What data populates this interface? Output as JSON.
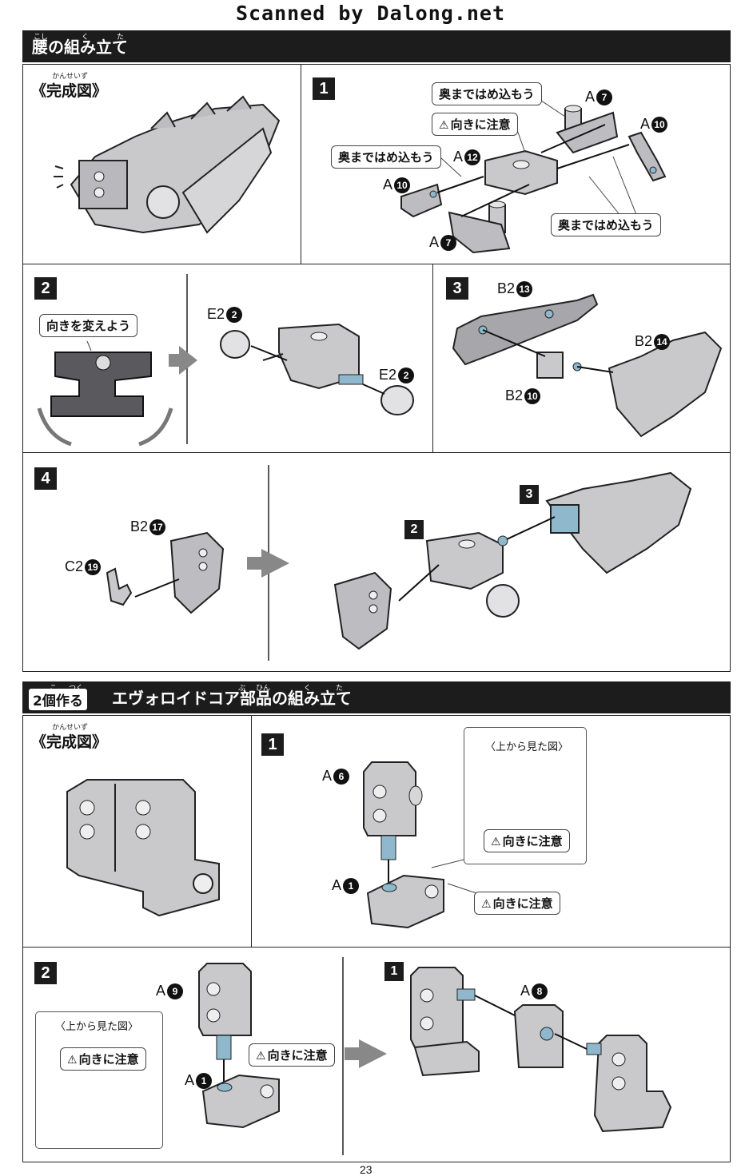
{
  "scan_credit": "Scanned by Dalong.net",
  "section1": {
    "title": "腰の組み立て",
    "ruby": [
      "こし",
      "く",
      "た"
    ],
    "complete_label": "《完成図》",
    "complete_ruby": "かんせいず",
    "step1": {
      "number": "1",
      "callouts": [
        "奥まではめ込もう",
        "向きに注意",
        "奥まではめ込もう",
        "奥まではめ込もう"
      ],
      "parts": [
        {
          "label": "A",
          "num": "7"
        },
        {
          "label": "A",
          "num": "10"
        },
        {
          "label": "A",
          "num": "12"
        },
        {
          "label": "A",
          "num": "10"
        },
        {
          "label": "A",
          "num": "7"
        }
      ]
    },
    "step2": {
      "number": "2",
      "callout": "向きを変えよう",
      "parts": [
        {
          "label": "E2",
          "num": "2"
        },
        {
          "label": "E2",
          "num": "2"
        }
      ]
    },
    "step3": {
      "number": "3",
      "parts": [
        {
          "label": "B2",
          "num": "13"
        },
        {
          "label": "B2",
          "num": "14"
        },
        {
          "label": "B2",
          "num": "10"
        }
      ]
    },
    "step4": {
      "number": "4",
      "parts": [
        {
          "label": "B2",
          "num": "17"
        },
        {
          "label": "C2",
          "num": "19"
        }
      ],
      "subassembly_refs": [
        "2",
        "3"
      ]
    }
  },
  "section2": {
    "prefix": "2個作る",
    "title": "エヴォロイドコア部品の組み立て",
    "ruby": [
      "こ",
      "つく",
      "ぶ",
      "ひん",
      "く",
      "た"
    ],
    "complete_label": "《完成図》",
    "step1": {
      "number": "1",
      "view_label": "〈上から見た図〉",
      "callouts": [
        "向きに注意",
        "向きに注意"
      ],
      "parts": [
        {
          "label": "A",
          "num": "6"
        },
        {
          "label": "A",
          "num": "1"
        }
      ]
    },
    "step2": {
      "number": "2",
      "view_label": "〈上から見た図〉",
      "callouts": [
        "向きに注意",
        "向きに注意"
      ],
      "parts": [
        {
          "label": "A",
          "num": "9"
        },
        {
          "label": "A",
          "num": "1"
        },
        {
          "label": "A",
          "num": "8"
        }
      ],
      "subassembly_ref": "1"
    }
  },
  "page_number": "23",
  "colors": {
    "header": "#1c1c1c",
    "part_gray": "#c9c9cc",
    "part_dark": "#5a5a5e",
    "peg_blue": "#8fb8cc"
  }
}
